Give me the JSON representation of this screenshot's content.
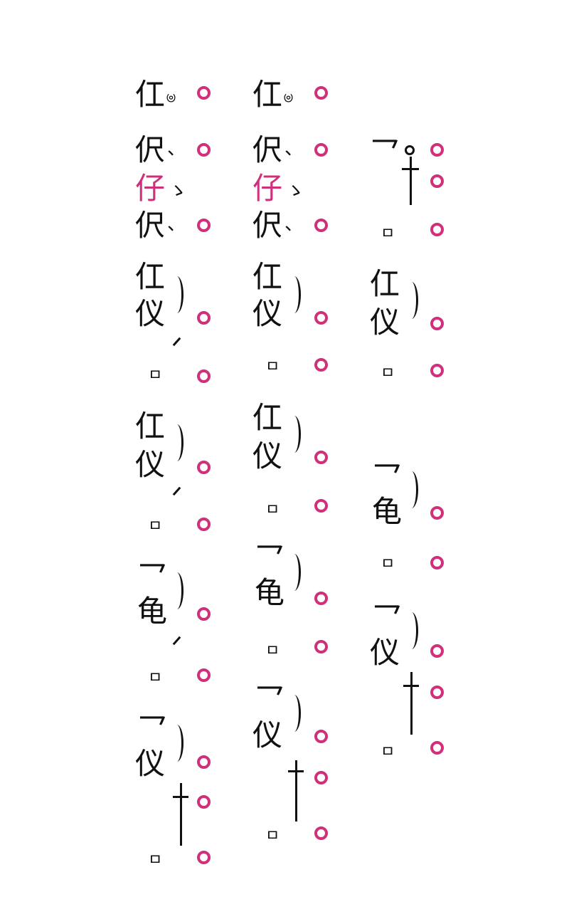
{
  "colors": {
    "ink": "#111111",
    "accent": "#d0307a"
  },
  "columns": [
    {
      "name": "left",
      "rows": [
        {
          "chars": "仜",
          "tail": "ၑ"
        },
        {
          "chars": "伬",
          "tail": "、"
        },
        {
          "chars": "仔",
          "tail": "ゝ",
          "accent": true
        },
        {
          "chars": "伬",
          "tail": "、"
        },
        {
          "chars": "仜"
        },
        {
          "chars": "仪"
        },
        {
          "chars": "ㅁ"
        },
        {
          "chars": "仜"
        },
        {
          "chars": "仪"
        },
        {
          "chars": "ㅁ"
        },
        {
          "chars": "乛"
        },
        {
          "chars": "龟"
        },
        {
          "chars": "ㅁ"
        },
        {
          "chars": "乛"
        },
        {
          "chars": "仪"
        },
        {
          "chars": "ㅁ"
        }
      ]
    },
    {
      "name": "middle",
      "rows": [
        {
          "chars": "仜",
          "tail": "ၑ"
        },
        {
          "chars": "伬",
          "tail": "、"
        },
        {
          "chars": "仔",
          "tail": "ゝ",
          "accent": true
        },
        {
          "chars": "伬",
          "tail": "、"
        },
        {
          "chars": "仜"
        },
        {
          "chars": "仪"
        },
        {
          "chars": "ㅁ"
        },
        {
          "chars": "仜"
        },
        {
          "chars": "仪"
        },
        {
          "chars": "ㅁ"
        },
        {
          "chars": "乛"
        },
        {
          "chars": "龟"
        },
        {
          "chars": "ㅁ"
        },
        {
          "chars": "乛"
        },
        {
          "chars": "仪"
        },
        {
          "chars": "ㅁ"
        }
      ]
    },
    {
      "name": "right",
      "rows": [
        {
          "chars": "乛"
        },
        {
          "chars": "ㅁ"
        },
        {
          "chars": "仜"
        },
        {
          "chars": "仪"
        },
        {
          "chars": "ㅁ"
        },
        {
          "chars": "乛"
        },
        {
          "chars": "龟"
        },
        {
          "chars": "ㅁ"
        },
        {
          "chars": "乛"
        },
        {
          "chars": "仪"
        },
        {
          "chars": "ㅁ"
        }
      ]
    }
  ]
}
